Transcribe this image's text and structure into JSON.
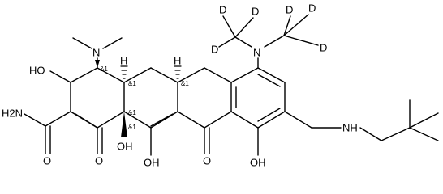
{
  "atoms": {
    "n_top": "N",
    "n_right": "N",
    "n_amine": "NH",
    "h2n": "H2N",
    "oh_left": "HO",
    "oh_bottom_1": "OH",
    "oh_bottom_2": "OH",
    "oh_bottom_3": "OH",
    "o_bottom_1": "O",
    "o_bottom_2": "O",
    "o_amide": "O",
    "h_stereo_1": "H",
    "h_stereo_2": "H",
    "d_labels": [
      "D",
      "D",
      "D",
      "D",
      "D",
      "D"
    ]
  },
  "stereo_labels": [
    "&1",
    "&1",
    "&1",
    "&1",
    "&1"
  ]
}
